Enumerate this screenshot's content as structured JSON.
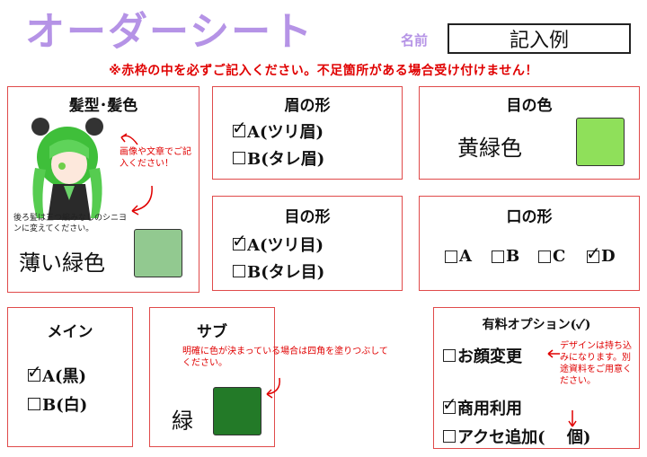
{
  "header": {
    "title": "オーダーシート",
    "name_label": "名前",
    "name_value": "記入例",
    "notice": "※赤枠の中を必ずご記入ください。不足箇所がある場合受け付けません！"
  },
  "hair": {
    "title": "髪型･髪色",
    "note_image": "画像や文章でご記入ください！",
    "note_braid": "後ろ髪は三つ編みなしのシニヨンに変えてください。",
    "color_text": "薄い緑色",
    "swatch_color": "#92c990"
  },
  "brow": {
    "title": "眉の形",
    "options": [
      {
        "label": "A(ツリ眉)",
        "checked": true
      },
      {
        "label": "B(タレ眉)",
        "checked": false
      }
    ]
  },
  "eye_color": {
    "title": "目の色",
    "color_text": "黄緑色",
    "swatch_color": "#8fe05a"
  },
  "eye_shape": {
    "title": "目の形",
    "options": [
      {
        "label": "A(ツリ目)",
        "checked": true
      },
      {
        "label": "B(タレ目)",
        "checked": false
      }
    ]
  },
  "mouth": {
    "title": "口の形",
    "options": [
      {
        "label": "A",
        "checked": false
      },
      {
        "label": "B",
        "checked": false
      },
      {
        "label": "C",
        "checked": false
      },
      {
        "label": "D",
        "checked": true
      }
    ]
  },
  "main": {
    "title": "メイン",
    "options": [
      {
        "label": "A(黒)",
        "checked": true
      },
      {
        "label": "B(白)",
        "checked": false
      }
    ]
  },
  "sub": {
    "title": "サブ",
    "note": "明確に色が決まっている場合は四角を塗りつぶしてください。",
    "color_text": "緑",
    "swatch_color": "#237a28"
  },
  "paid": {
    "title": "有料オプション(✓)",
    "options": [
      {
        "label": "お顔変更",
        "checked": false
      },
      {
        "label": "商用利用",
        "checked": true
      },
      {
        "label": "アクセ追加(　 個)",
        "checked": false
      }
    ],
    "note": "デザインは持ち込みになります。別途資料をご用意ください。"
  },
  "colors": {
    "accent": "#b593e6",
    "frame": "#e04a4a",
    "notice": "#e00000"
  }
}
